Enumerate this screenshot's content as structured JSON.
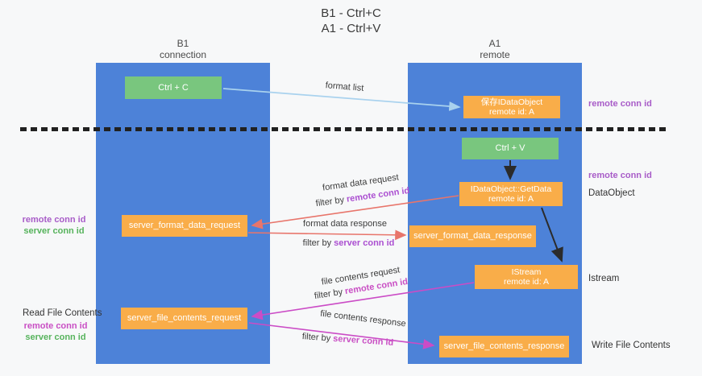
{
  "title": {
    "line1": "B1 - Ctrl+C",
    "line2": "A1 - Ctrl+V"
  },
  "columns": {
    "left": {
      "name": "B1",
      "subtitle": "connection"
    },
    "right": {
      "name": "A1",
      "subtitle": "remote"
    }
  },
  "boxes": {
    "ctrl_c": "Ctrl + C",
    "ctrl_v": "Ctrl + V",
    "save_idataobject": {
      "line1": "保存IDataObject",
      "line2": "remote id: A"
    },
    "getdata": {
      "line1": "IDataObject::GetData",
      "line2": "remote id: A"
    },
    "istream": {
      "line1": "IStream",
      "line2": "remote id: A"
    },
    "server_format_data_request": "server_format_data_request",
    "server_format_data_response": "server_format_data_response",
    "server_file_contents_request": "server_file_contents_request",
    "server_file_contents_response": "server_file_contents_response"
  },
  "arrow_labels": {
    "format_list": "format list",
    "format_data_request": "format data request",
    "filter_remote_1": {
      "prefix": "filter by ",
      "id": "remote conn id"
    },
    "format_data_response": "format data response",
    "filter_server_1": {
      "prefix": "filter by ",
      "id": "server conn id"
    },
    "file_contents_request": "file contents request",
    "filter_remote_2": {
      "prefix": "filter by ",
      "id": "remote conn id"
    },
    "file_contents_response": "file contents response",
    "filter_server_2": {
      "prefix": "filter by ",
      "id": "server conn id"
    }
  },
  "margins": {
    "right_remote_conn_id_top": "remote conn id",
    "right_remote_conn_id_mid": "remote conn id",
    "dataobject": "DataObject",
    "istream": "Istream",
    "write_file_contents": "Write File Contents",
    "left_remote_conn_id_mid": "remote conn id",
    "left_server_conn_id_mid": "server conn id",
    "read_file_contents": "Read File Contents",
    "left_remote_conn_id_bottom": "remote conn id",
    "left_server_conn_id_bottom": "server conn id"
  },
  "colors": {
    "column_blue": "#4d82d8",
    "box_green": "#79c67e",
    "box_orange": "#f9ad49",
    "arrow_light_blue": "#a9d2ee",
    "arrow_red": "#e8756b",
    "arrow_magenta": "#cb4cc6",
    "arrow_black": "#2b2b2b",
    "id_purple": "#a85cc8",
    "id_magenta": "#c94fc4",
    "id_green": "#56b35c"
  }
}
